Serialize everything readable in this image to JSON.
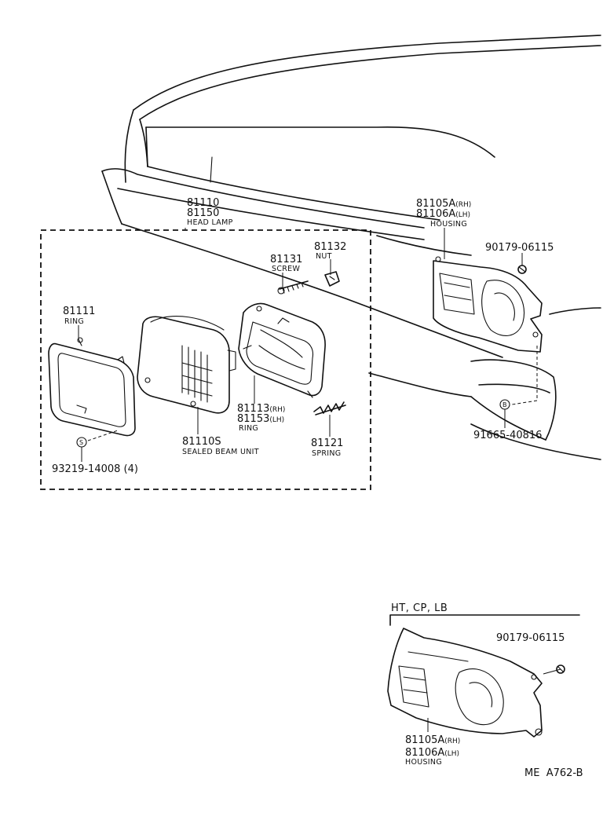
{
  "parts": {
    "head_lamp": {
      "pn1": "81110",
      "pn2": "81150",
      "name": "HEAD LAMP"
    },
    "housing_main": {
      "pn1": "81105A",
      "suf1": "(RH)",
      "pn2": "81106A",
      "suf2": "(LH)",
      "name": "HOUSING"
    },
    "bolt_main": {
      "pn": "90179-06115"
    },
    "nut": {
      "pn": "81132",
      "name": "NUT"
    },
    "screw": {
      "pn": "81131",
      "name": "SCREW"
    },
    "ring_outer": {
      "pn": "81111",
      "name": "RING"
    },
    "ring_inner": {
      "pn1": "81113",
      "suf1": "(RH)",
      "pn2": "81153",
      "suf2": "(LH)",
      "name": "RING"
    },
    "sealed_beam": {
      "pn": "81110S",
      "name": "SEALED BEAM UNIT"
    },
    "spring": {
      "pn": "81121",
      "name": "SPRING"
    },
    "ring_screw": {
      "pn": "93219-14008 (4)",
      "symbol": "S"
    },
    "bumper_bolt": {
      "pn": "91665-40816",
      "symbol": "B"
    },
    "variant": {
      "caption": "HT, CP, LB",
      "bolt_pn": "90179-06115",
      "housing_pn1": "81105A",
      "housing_suf1": "(RH)",
      "housing_pn2": "81106A",
      "housing_suf2": "(LH)",
      "housing_name": "HOUSING"
    }
  },
  "footer_code": "ME  A762-B"
}
